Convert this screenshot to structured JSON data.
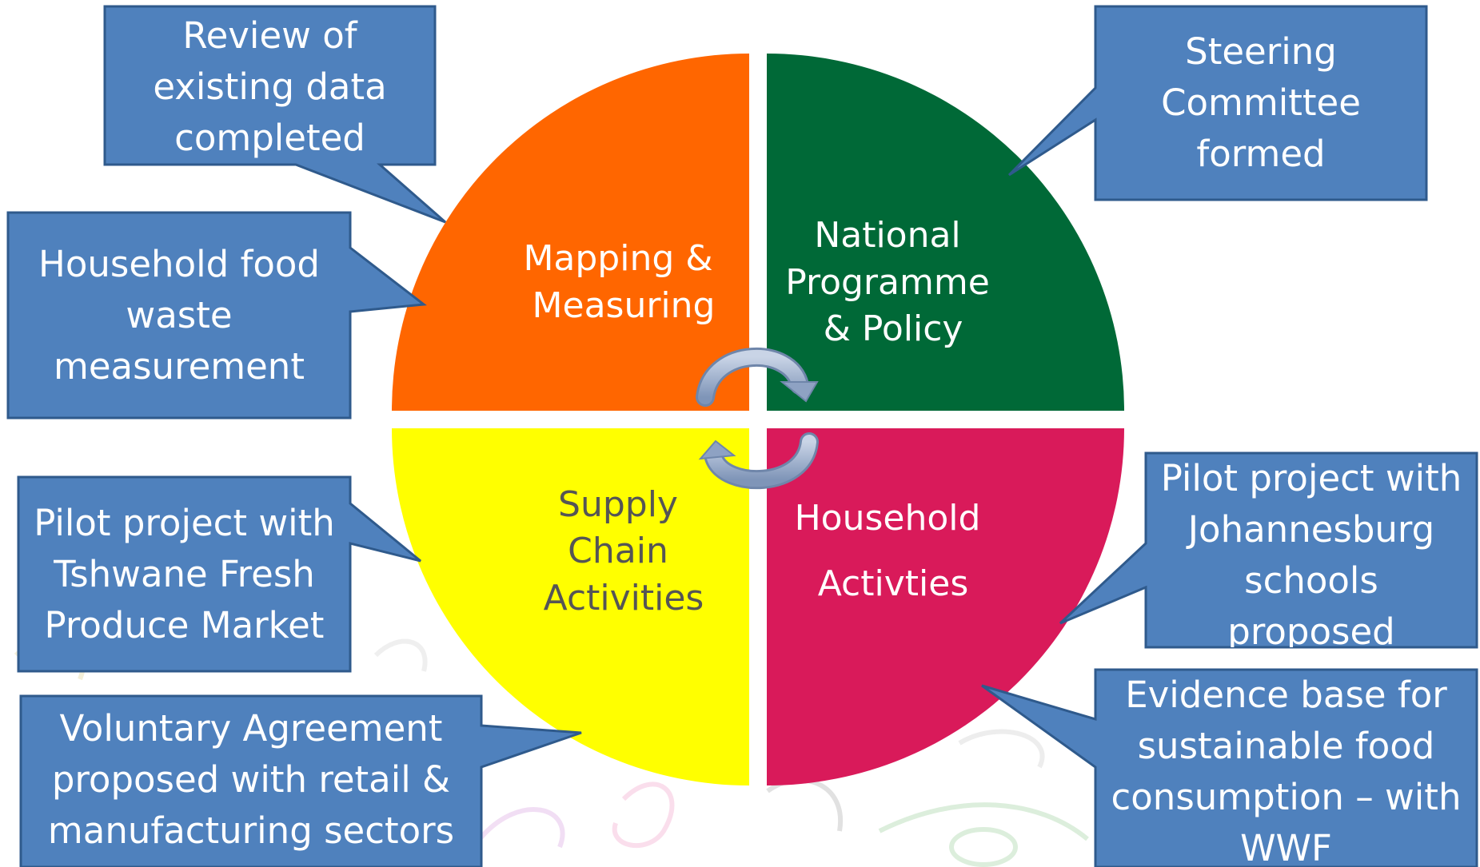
{
  "colors": {
    "mapping": "#ff6600",
    "national": "#006937",
    "supply": "#ffff00",
    "household": "#d91a5a",
    "callout_fill": "#4f81bd",
    "callout_border": "#2f5a8c",
    "arrow": "#9fb2cf",
    "quadrant_text_light": "#ffffff",
    "quadrant_text_dark": "#555555"
  },
  "quadrants": {
    "mapping": {
      "lines": [
        "Mapping &",
        "Measuring"
      ]
    },
    "national": {
      "lines": [
        "National",
        "Programme",
        "& Policy"
      ]
    },
    "supply": {
      "lines": [
        "Supply",
        "Chain",
        "Activities"
      ]
    },
    "household": {
      "lines": [
        "Household",
        "Activties"
      ]
    }
  },
  "callouts": {
    "review": {
      "lines": [
        "Review of",
        "existing data",
        "completed"
      ]
    },
    "household_food": {
      "lines": [
        "Household food",
        "waste",
        "measurement"
      ]
    },
    "steering": {
      "lines": [
        "Steering",
        "Committee",
        "formed"
      ]
    },
    "pilot_tshwane": {
      "lines": [
        "Pilot project with",
        "Tshwane Fresh",
        "Produce Market"
      ]
    },
    "pilot_joburg": {
      "lines": [
        "Pilot project with",
        "Johannesburg",
        "schools",
        "proposed"
      ]
    },
    "voluntary": {
      "lines": [
        "Voluntary Agreement",
        "proposed with retail &",
        "manufacturing sectors"
      ]
    },
    "evidence": {
      "lines": [
        "Evidence base for",
        "sustainable food",
        "consumption – with",
        "WWF"
      ]
    }
  },
  "icons": [
    "cycle-arrow-icon"
  ]
}
